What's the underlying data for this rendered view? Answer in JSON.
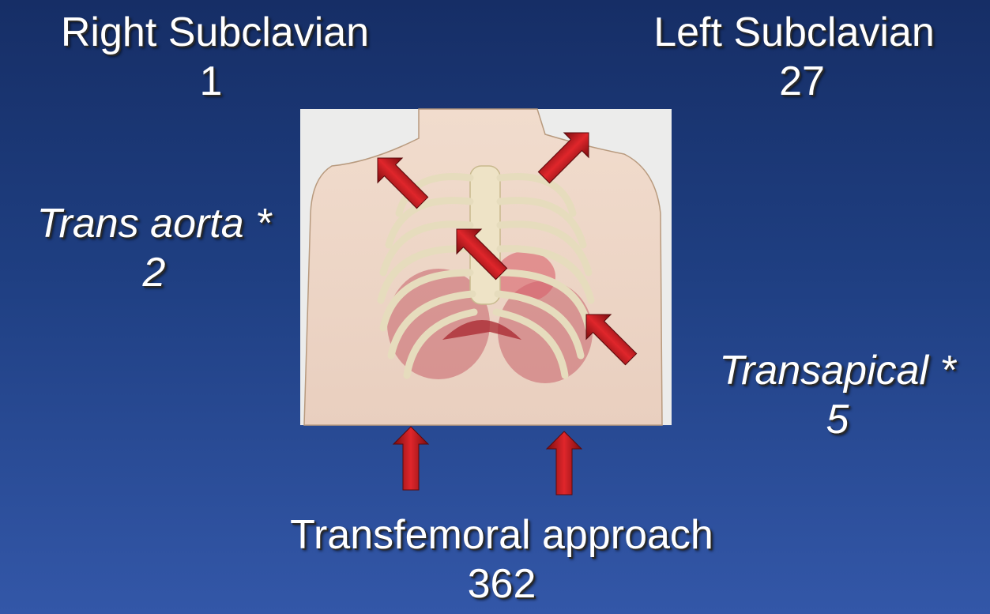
{
  "labels": {
    "right_subclavian": {
      "name": "Right Subclavian",
      "count": "1"
    },
    "left_subclavian": {
      "name": "Left Subclavian",
      "count": "27"
    },
    "trans_aorta": {
      "name": "Trans aorta *",
      "count": "2"
    },
    "transapical": {
      "name": "Transapical *",
      "count": "5"
    },
    "transfemoral": {
      "name": "Transfemoral approach",
      "count": "362"
    }
  },
  "colors": {
    "arrow": "#cc1b20",
    "text": "#ffffff"
  }
}
